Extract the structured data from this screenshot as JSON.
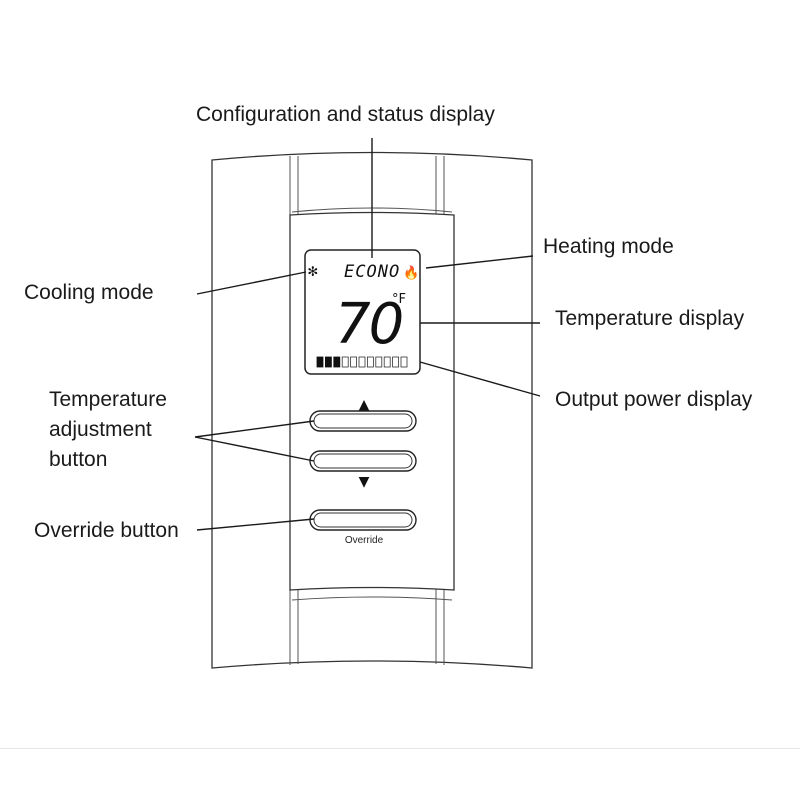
{
  "callouts": {
    "config_status": "Configuration and status display",
    "heating_mode": "Heating mode",
    "cooling_mode": "Cooling mode",
    "temperature_display": "Temperature display",
    "output_power": "Output power display",
    "temp_adjust": [
      "Temperature",
      "adjustment",
      "button"
    ],
    "override_button": "Override button"
  },
  "lcd": {
    "status_text": "ECONO",
    "temperature": "70",
    "unit": "°F",
    "snowflake": "✻",
    "flame": "🔥"
  },
  "device": {
    "override_label": "Override",
    "up_arrow": "▲",
    "down_arrow": "▼"
  },
  "power_bar": {
    "segments_total": 11,
    "segments_filled": 3
  }
}
